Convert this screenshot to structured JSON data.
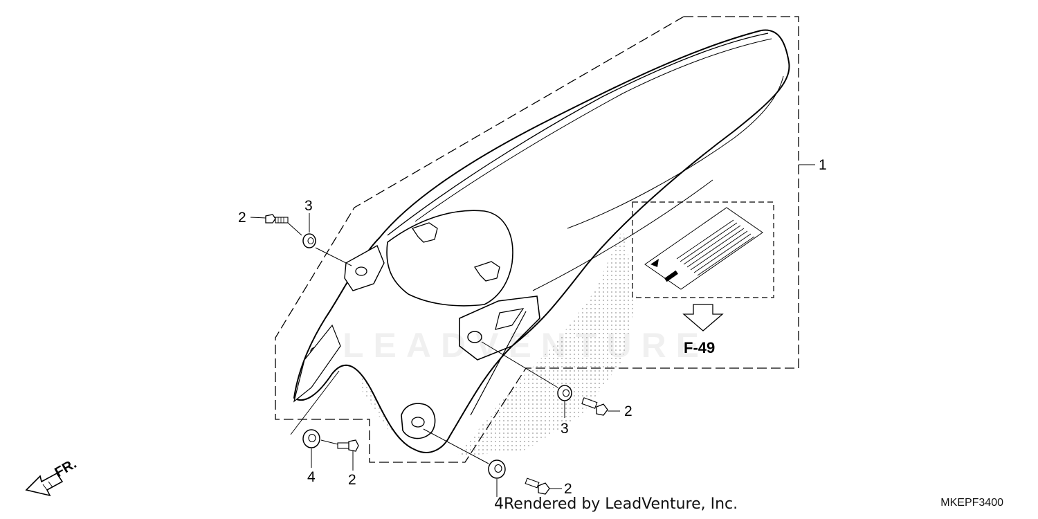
{
  "callouts": {
    "part_1": "1",
    "bolt_upper_left": "2",
    "washer_upper_left": "3",
    "bolt_right": "2",
    "washer_right": "3",
    "washer_lower_left": "4",
    "bolt_lower_left": "2",
    "bolt_bottom": "2"
  },
  "reference": {
    "label_ref": "F-49"
  },
  "direction": {
    "front_label": "FR."
  },
  "footer": {
    "credit": "4Rendered by LeadVenture, Inc.",
    "diagram_id": "MKEPF3400"
  },
  "watermark": {
    "text": "LEADVENTURE"
  },
  "colors": {
    "line": "#000000",
    "stipple": "#888888",
    "background": "#ffffff"
  }
}
